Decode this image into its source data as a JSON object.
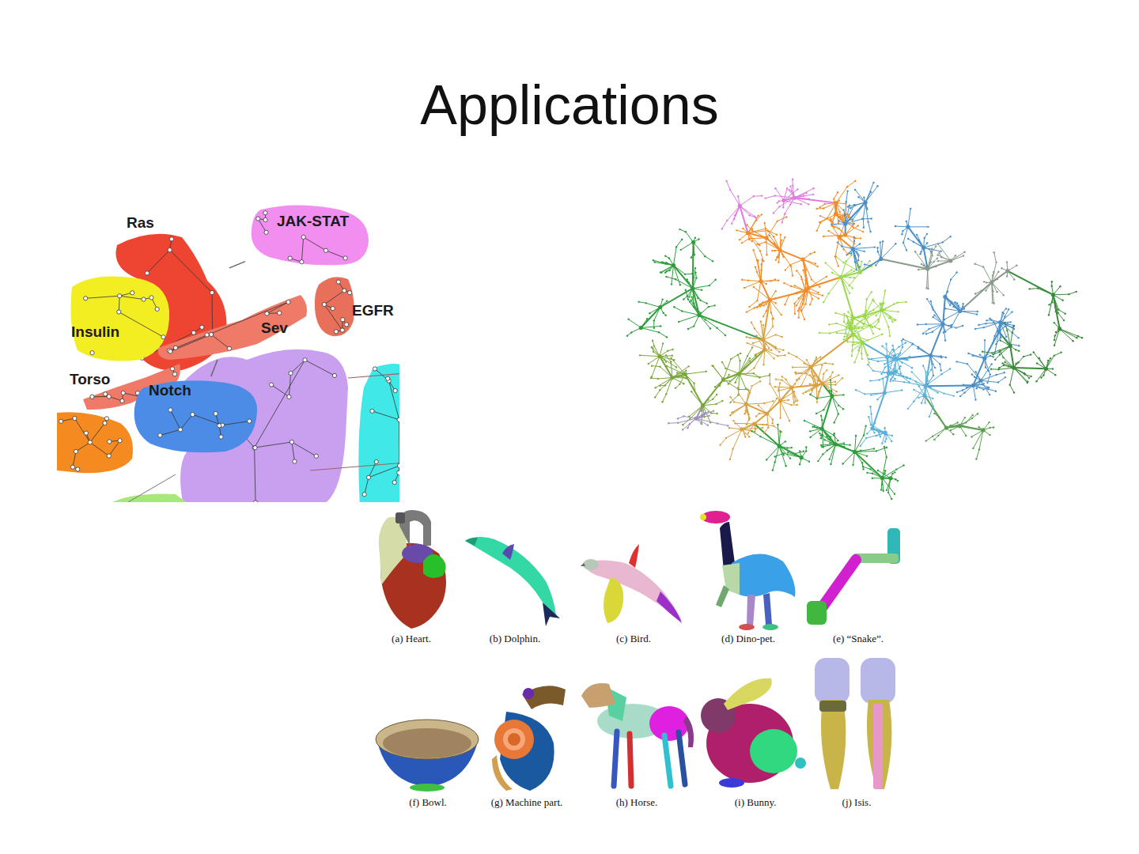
{
  "diagram": {
    "title": "Applications",
    "nodes": [
      {
        "text": [
          "Ras"
        ]
      },
      {
        "text": [
          "JAK-STAT"
        ]
      },
      {
        "text": [
          "Insulin"
        ]
      },
      {
        "text": [
          "Sev"
        ]
      },
      {
        "text": [
          "EGFR"
        ]
      },
      {
        "text": [
          "Torso"
        ]
      },
      {
        "text": [
          "Notch"
        ]
      }
    ],
    "edges": [
      {
        "from": 0,
        "to": 1,
        "arrow": "none"
      },
      {
        "from": 3,
        "to": 6,
        "arrow": "none"
      }
    ],
    "labels": [
      "(a) Heart.",
      "(b) Dolphin.",
      "(c) Bird.",
      "(d) Dino-pet.",
      "(e) “Snake”.",
      "(f) Bowl.",
      "(g) Machine part.",
      "(h) Horse.",
      "(i) Bunny.",
      "(j) Isis."
    ]
  }
}
